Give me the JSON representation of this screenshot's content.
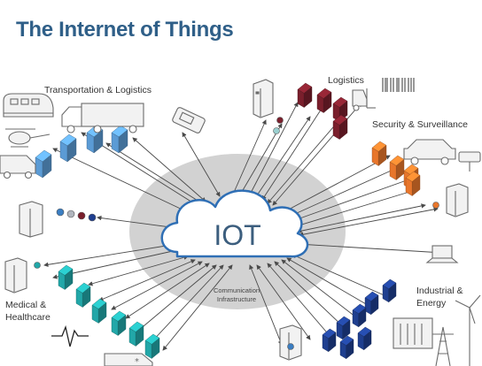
{
  "title": "The Internet of Things",
  "center": {
    "label": "IOT",
    "sublabel_line1": "Communication",
    "sublabel_line2": "Infrastructure"
  },
  "groups": {
    "transportation": "Transportation & Logistics",
    "logistics": "Logistics",
    "security": "Security & Surveillance",
    "medical_line1": "Medical &",
    "medical_line2": "Healthcare",
    "industrial_line1": "Industrial &",
    "industrial_line2": "Energy"
  },
  "colors": {
    "title": "#2f5f88",
    "cloud_halo": "#cfcfcf",
    "cloud_outline": "#2f6fb5",
    "arrow": "#4a4a4a",
    "transport_cubes": "#5b9bd5",
    "logistics_cubes": "#7a1f2c",
    "security_cubes": "#e8762b",
    "medical_cubes": "#22a7a8",
    "industrial_cubes": "#1f3f8f"
  },
  "icons": [
    "truck-icon",
    "train-icon",
    "helicopter-icon",
    "van-icon",
    "scanner-icon",
    "server-icon",
    "barcode-icon",
    "forklift-icon",
    "car-icon",
    "camera-icon",
    "laptop-icon",
    "wind-turbine-icon",
    "factory-icon",
    "power-tower-icon",
    "heartbeat-icon",
    "ambulance-icon",
    "dot-marker-icon"
  ]
}
